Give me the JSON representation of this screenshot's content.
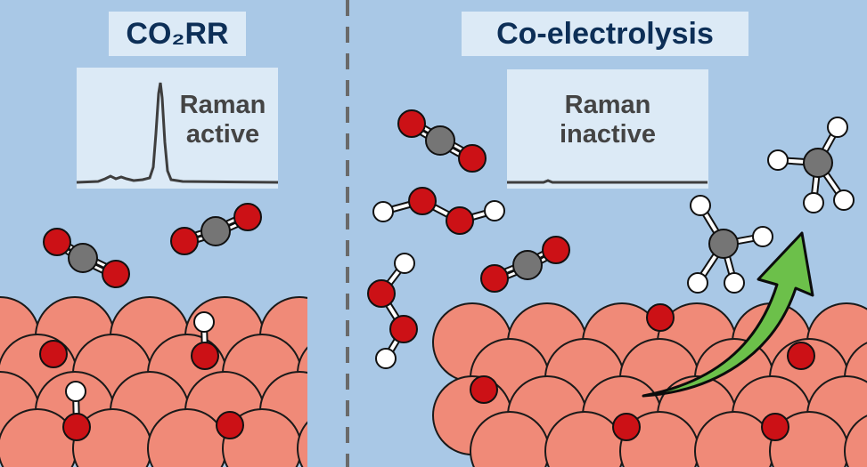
{
  "left_panel": {
    "title": "CO₂RR",
    "spectrum_label_line1": "Raman",
    "spectrum_label_line2": "active"
  },
  "right_panel": {
    "title": "Co-electrolysis",
    "spectrum_label_line1": "Raman",
    "spectrum_label_line2": "inactive"
  },
  "colors": {
    "background": "#a9c8e6",
    "copper_atom": "#f08a78",
    "oxygen": "#cc1116",
    "carbon": "#757575",
    "hydrogen": "#ffffff",
    "arrow": "#6cc04a",
    "title_text": "#0d2f57"
  }
}
